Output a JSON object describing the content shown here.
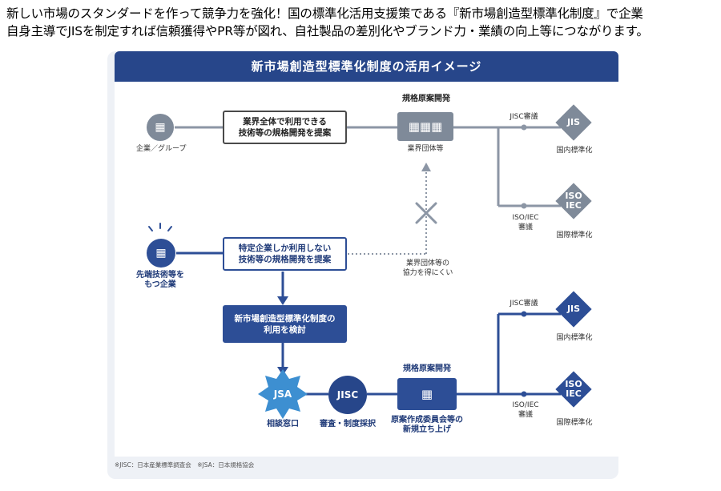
{
  "intro": {
    "line1": "新しい市場のスタンダードを作って競争力を強化！国の標準化活用支援策である『新市場創造型標準化制度』で企業",
    "line2": "自身主導でJISを制定すれば信頼獲得やPR等が図れ、自社製品の差別化やブランド力・業績の向上等につながります。"
  },
  "diagram": {
    "title": "新市場創造型標準化制度の活用イメージ",
    "top": {
      "company_label": "企業／グループ",
      "proposal_line1": "業界全体で利用できる",
      "proposal_line2": "技術等の規格開発を提案",
      "dev_title": "規格原案開発",
      "dev_sub": "業界団体等",
      "jisc_label": "JISC審議",
      "jis": "JIS",
      "jis_sub": "国内標準化",
      "iso_label_line1": "ISO/IEC",
      "iso_label_line2": "審議",
      "iso_line1": "ISO",
      "iso_line2": "IEC",
      "iso_sub": "国際標準化"
    },
    "middle": {
      "company_line1": "先端技術等を",
      "company_line2": "もつ企業",
      "proposal_line1": "特定企業しか利用しない",
      "proposal_line2": "技術等の規格開発を提案",
      "blocked_line1": "業界団体等の",
      "blocked_line2": "協力を得にくい",
      "system_line1": "新市場創造型標準化制度の",
      "system_line2": "利用を検討"
    },
    "bottom": {
      "jsa": "JSA",
      "jsa_sub": "相談窓口",
      "jisc": "JISC",
      "jisc_sub": "審査・制度採択",
      "dev_title": "規格原案開発",
      "dev_sub_line1": "原案作成委員会等の",
      "dev_sub_line2": "新規立ち上げ",
      "jisc_label": "JISC審議",
      "jis": "JIS",
      "jis_sub": "国内標準化",
      "iso_label_line1": "ISO/IEC",
      "iso_label_line2": "審議",
      "iso_line1": "ISO",
      "iso_line2": "IEC",
      "iso_sub": "国際標準化"
    },
    "footnote": "※JISC：日本産業標準調査会　※JSA：日本規格協会"
  },
  "colors": {
    "navy": "#27468a",
    "blue": "#2d4e96",
    "grey": "#7f8a99",
    "line_grey": "#8c96a5"
  }
}
